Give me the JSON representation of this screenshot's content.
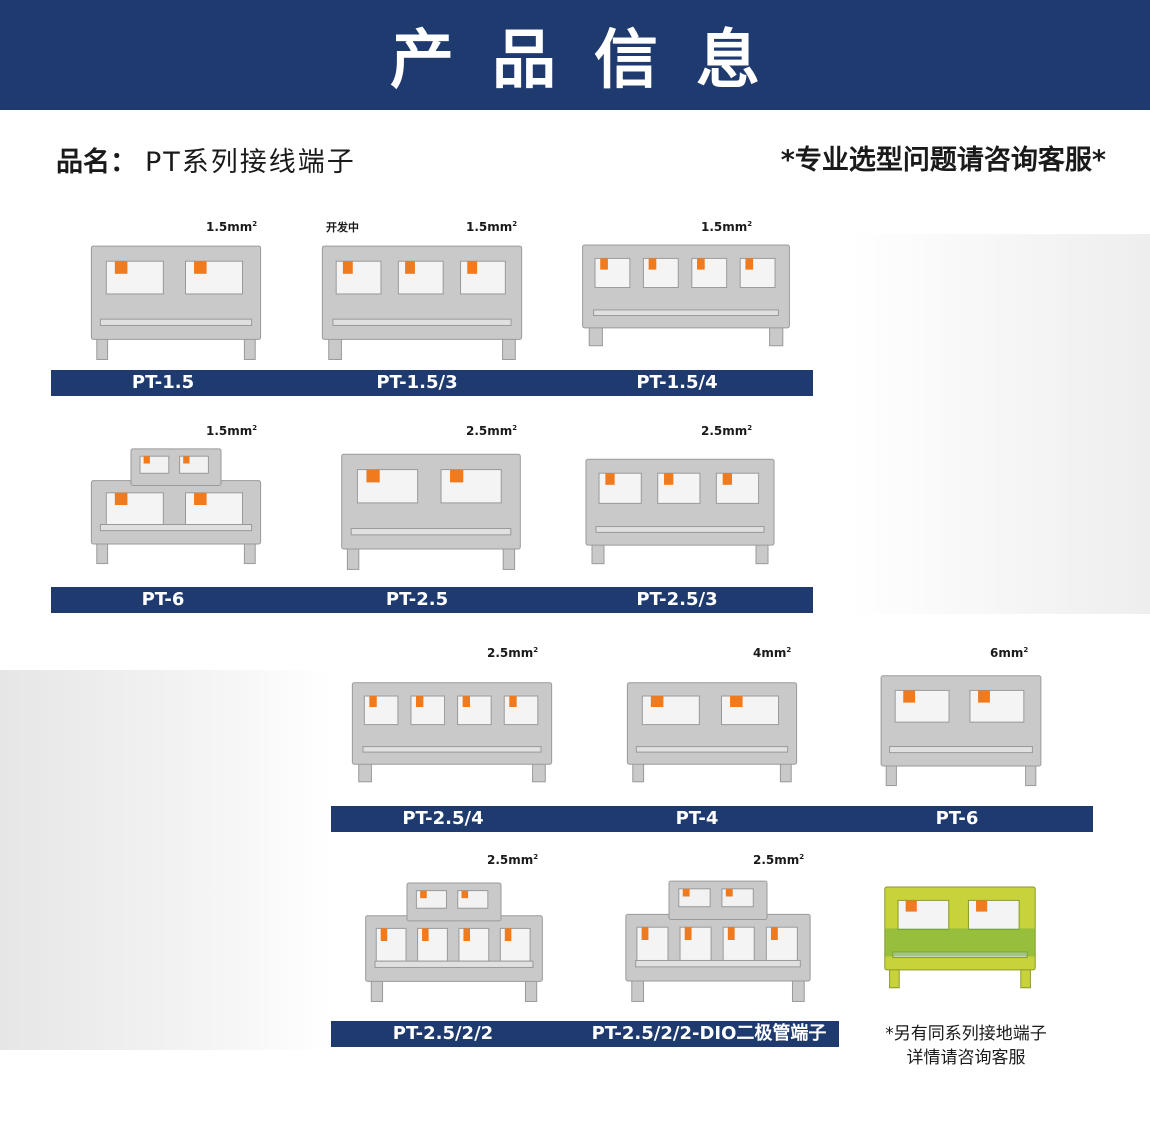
{
  "header": {
    "title": "产品信息"
  },
  "product_name": {
    "label": "品名：",
    "value": "PT系列接线端子"
  },
  "tip": "*专业选型问题请咨询客服*",
  "dev_note": "开发中",
  "products": [
    {
      "model": "PT-1.5",
      "spec": "1.5mm",
      "sup": "2",
      "color": "gray"
    },
    {
      "model": "PT-1.5/3",
      "spec": "1.5mm",
      "sup": "2",
      "color": "gray"
    },
    {
      "model": "PT-1.5/4",
      "spec": "1.5mm",
      "sup": "2",
      "color": "gray"
    },
    {
      "model": "PT-6",
      "spec": "1.5mm",
      "sup": "2",
      "color": "gray"
    },
    {
      "model": "PT-2.5",
      "spec": "2.5mm",
      "sup": "2",
      "color": "gray"
    },
    {
      "model": "PT-2.5/3",
      "spec": "2.5mm",
      "sup": "2",
      "color": "gray"
    },
    {
      "model": "PT-2.5/4",
      "spec": "2.5mm",
      "sup": "2",
      "color": "gray"
    },
    {
      "model": "PT-4",
      "spec": "4mm",
      "sup": "2",
      "color": "gray"
    },
    {
      "model": "PT-6",
      "spec": "6mm",
      "sup": "2",
      "color": "gray"
    },
    {
      "model": "PT-2.5/2/2",
      "spec": "2.5mm",
      "sup": "2",
      "color": "gray"
    },
    {
      "model": "PT-2.5/2/2-DIO二极管端子",
      "spec": "2.5mm",
      "sup": "2",
      "color": "gray"
    },
    {
      "model": "",
      "spec": "",
      "sup": "",
      "color": "yellow-green"
    }
  ],
  "ground_note": {
    "line1": "*另有同系列接地端子",
    "line2": "详情请咨询客服"
  },
  "colors": {
    "navy": "#1f3a6e",
    "terminal_gray": "#c9c9c9",
    "spring_orange": "#f07a1e",
    "ground_yellow": "#c8d23a",
    "ground_green": "#6fae3e"
  }
}
